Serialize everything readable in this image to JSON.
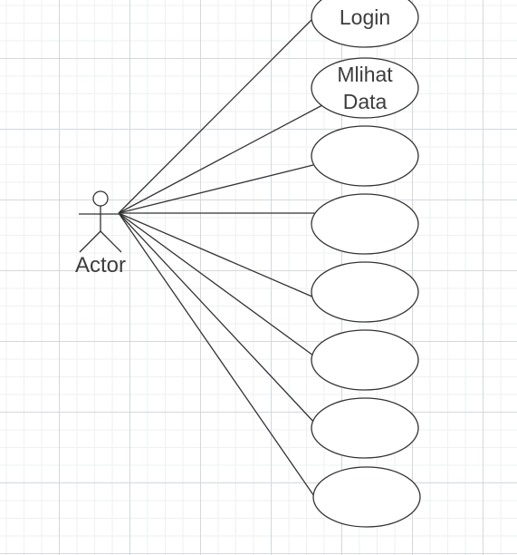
{
  "diagram": {
    "actor": {
      "label": "Actor"
    },
    "use_cases": [
      {
        "lines": [
          "Login"
        ]
      },
      {
        "lines": [
          "Mlihat",
          "Data"
        ]
      },
      {
        "lines": []
      },
      {
        "lines": []
      },
      {
        "lines": []
      },
      {
        "lines": []
      },
      {
        "lines": []
      },
      {
        "lines": []
      }
    ],
    "colors": {
      "stroke": "#333333",
      "text": "#3d3d3d",
      "grid": "#d4d8dc"
    }
  }
}
